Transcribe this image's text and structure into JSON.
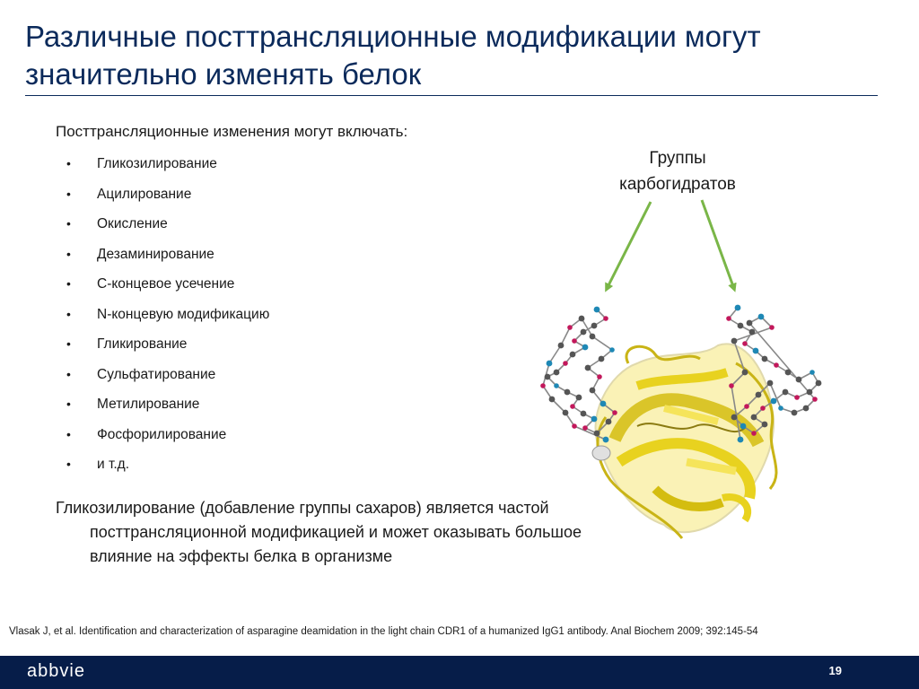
{
  "title": "Различные посттрансляционные модификации могут значительно изменять белок",
  "intro": "Посттрансляционные изменения могут включать:",
  "bullet_symbol": "•",
  "bullets": [
    "Гликозилирование",
    "Ацилирование",
    "Окисление",
    "Дезаминирование",
    "C-концевое усечение",
    "N-концевую модификацию",
    "Гликирование",
    "Сульфатирование",
    "Метилирование",
    "Фосфорилирование",
    "и т.д."
  ],
  "paragraph": "Гликозилирование (добавление группы сахаров) является частой посттрансляционной модификацией и может оказывать большое влияние на эффекты белка в организме",
  "figure": {
    "label_line1": "Группы",
    "label_line2": "карбогидратов",
    "arrow_color": "#7ab648",
    "protein_color": "#e8d21f",
    "glycan_atom_colors": [
      "#555555",
      "#c2185b",
      "#1e88b5"
    ]
  },
  "reference": "Vlasak J, et al. Identification and characterization of asparagine deamidation in the light chain CDR1 of a humanized IgG1 antibody. Anal Biochem 2009; 392:145-54",
  "footer": {
    "logo": "abbvie",
    "page_number": "19",
    "background": "#061d49"
  }
}
